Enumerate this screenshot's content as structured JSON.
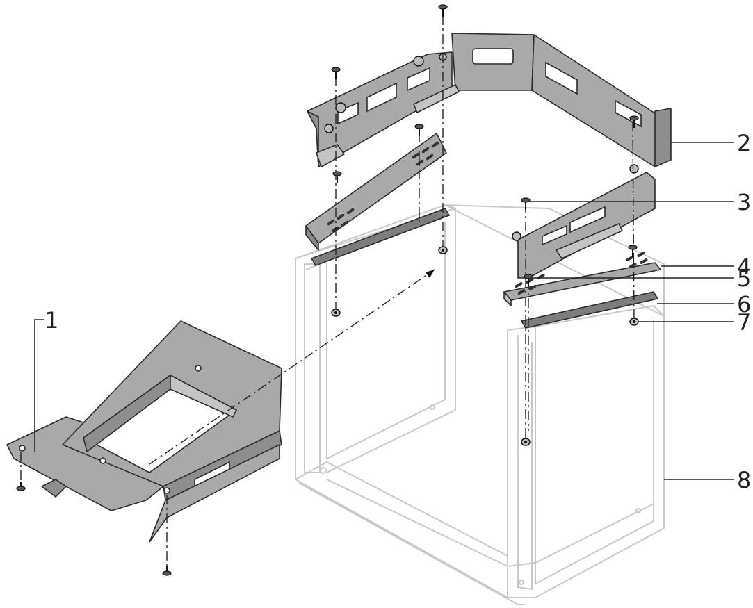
{
  "callouts": [
    {
      "id": "1",
      "label": "1"
    },
    {
      "id": "2",
      "label": "2"
    },
    {
      "id": "3",
      "label": "3"
    },
    {
      "id": "4",
      "label": "4"
    },
    {
      "id": "5",
      "label": "5"
    },
    {
      "id": "6",
      "label": "6"
    },
    {
      "id": "7",
      "label": "7"
    },
    {
      "id": "8",
      "label": "8"
    }
  ],
  "colors": {
    "metal": "#a9a9a9",
    "outline": "#2b2b2b",
    "ghost": "#c9c9c9",
    "strip": "#7d7d7d"
  }
}
